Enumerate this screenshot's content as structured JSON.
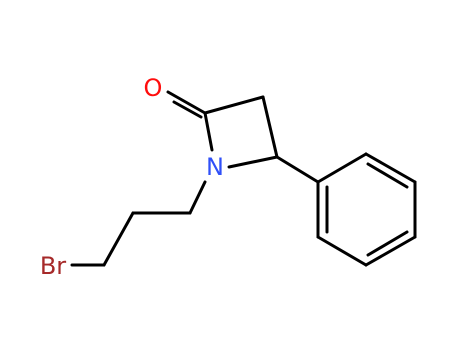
{
  "molecule": {
    "background": "#ffffff",
    "bond_color": "#000000",
    "atoms": {
      "oxygen": {
        "label": "O",
        "color": "#ff0d0d"
      },
      "nitrogen": {
        "label": "N",
        "color": "#3050f8"
      },
      "bromine": {
        "label": "Br",
        "color": "#a62929"
      }
    }
  }
}
